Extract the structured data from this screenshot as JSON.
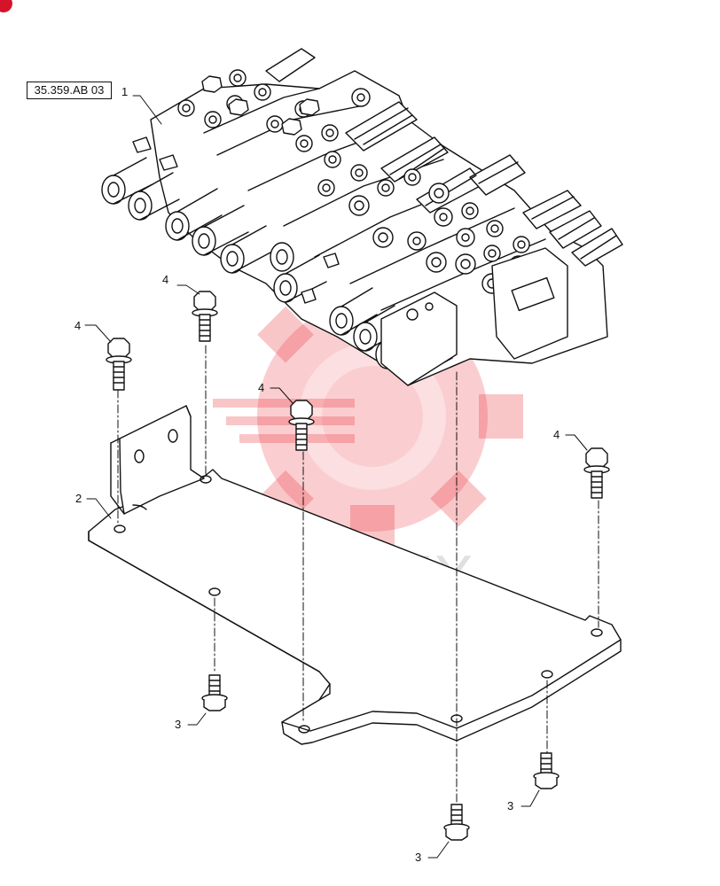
{
  "reference": "35.359.AB 03",
  "callouts": [
    {
      "id": "1"
    },
    {
      "id": "2"
    },
    {
      "id": "3"
    },
    {
      "id": "4"
    }
  ],
  "watermark": {
    "text": "ИНТЕХ",
    "color": "#e8202a",
    "logo_icon": "gear-target-logo-icon"
  },
  "colors": {
    "line": "#111111",
    "corner_mark": "#d5142a"
  }
}
